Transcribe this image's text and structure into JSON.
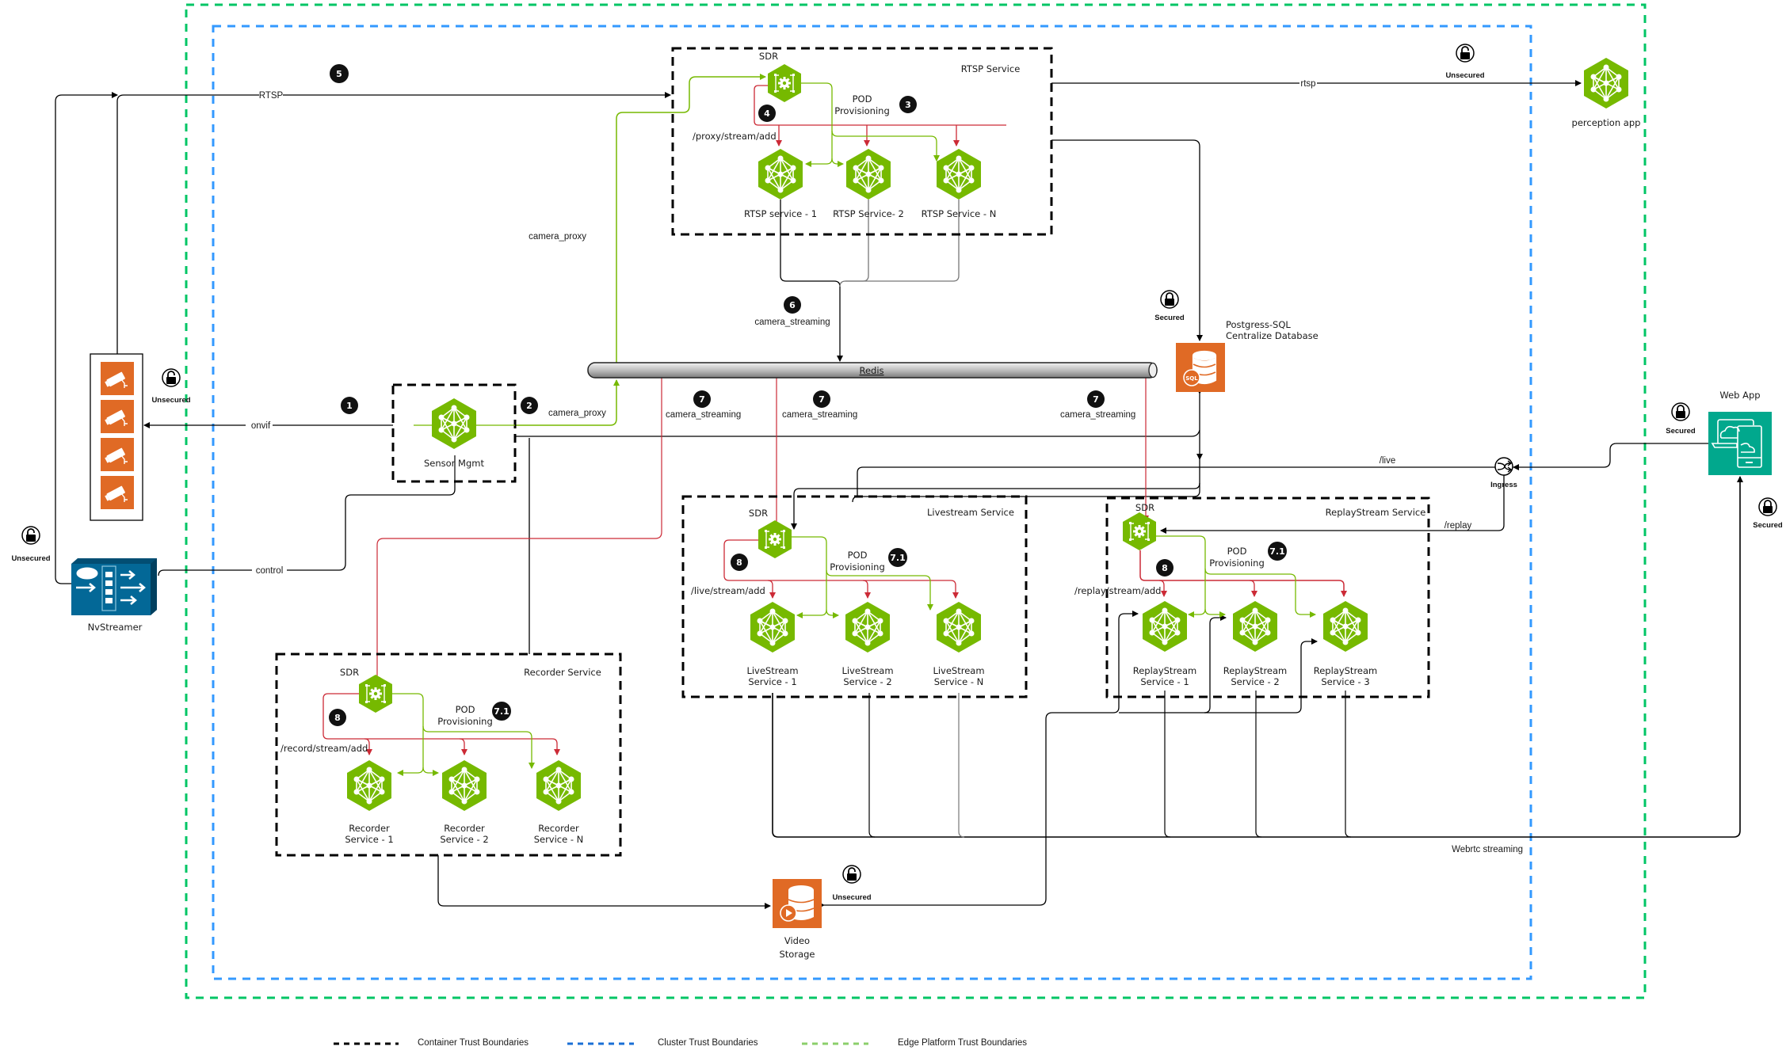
{
  "colors": {
    "edge_boundary": "#00c565",
    "cluster_boundary": "#3399ff",
    "container_boundary": "#000000",
    "service_green": "#76b900",
    "provision_green": "#76b900",
    "request_red": "#cc2a36",
    "storage_orange": "#e06a25",
    "webapp_teal": "#01a88d",
    "nvstreamer_blue": "#036897",
    "badge_black": "#111111"
  },
  "containers": {
    "rtsp": {
      "title": "RTSP Service",
      "sdr_label": "SDR",
      "provisioning_label_1": "POD",
      "provisioning_label_2": "Provisioning",
      "endpoint": "/proxy/stream/add",
      "services": [
        "RTSP service - 1",
        "RTSP Service- 2",
        "RTSP Service - N"
      ],
      "badge_provision": "3",
      "badge_add": "4"
    },
    "livestream": {
      "title": "Livestream Service",
      "sdr_label": "SDR",
      "provisioning_label_1": "POD",
      "provisioning_label_2": "Provisioning",
      "endpoint": "/live/stream/add",
      "services": [
        [
          "LiveStream",
          "Service - 1"
        ],
        [
          "LiveStream",
          "Service - 2"
        ],
        [
          "LiveStream",
          "Service - N"
        ]
      ],
      "badge_provision": "7.1",
      "badge_add": "8"
    },
    "replay": {
      "title": "ReplayStream Service",
      "sdr_label": "SDR",
      "provisioning_label_1": "POD",
      "provisioning_label_2": "Provisioning",
      "endpoint": "/replay/stream/add",
      "services": [
        [
          "ReplayStream",
          "Service - 1"
        ],
        [
          "ReplayStream",
          "Service - 2"
        ],
        [
          "ReplayStream",
          "Service - 3"
        ]
      ],
      "badge_provision": "7.1",
      "badge_add": "8"
    },
    "recorder": {
      "title": "Recorder Service",
      "sdr_label": "SDR",
      "provisioning_label_1": "POD",
      "provisioning_label_2": "Provisioning",
      "endpoint": "/record/stream/add",
      "services": [
        [
          "Recorder",
          "Service - 1"
        ],
        [
          "Recorder",
          "Service - 2"
        ],
        [
          "Recorder",
          "Service - N"
        ]
      ],
      "badge_provision": "7.1",
      "badge_add": "8"
    },
    "sensor_mgmt": {
      "title": "Sensor Mgmt"
    }
  },
  "nodes": {
    "perception_app": "perception app",
    "postgres_line1": "Postgress-SQL",
    "postgres_line2": "Centralize Database",
    "redis": "Redis",
    "nvstreamer": "NvStreamer",
    "video_storage_1": "Video",
    "video_storage_2": "Storage",
    "ingress": "Ingress",
    "web_app": "Web App",
    "sql_badge": "SQL"
  },
  "edges": {
    "rtsp_in": "RTSP",
    "rtsp_out": "rtsp",
    "camera_proxy_1": "camera_proxy",
    "camera_proxy_2": "camera_proxy",
    "camera_streaming_6": "camera_streaming",
    "camera_streaming_7a": "camera_streaming",
    "camera_streaming_7b": "camera_streaming",
    "camera_streaming_7c": "camera_streaming",
    "onvif": "onvif",
    "control": "control",
    "live": "/live",
    "replay": "/replay",
    "webrtc": "Webrtc streaming"
  },
  "badges": {
    "b1": "1",
    "b2": "2",
    "b5": "5",
    "b6": "6",
    "b7a": "7",
    "b7b": "7",
    "b7c": "7"
  },
  "locks": {
    "rtsp_out": "Unsecured",
    "cameras": "Unsecured",
    "nvstreamer": "Unsecured",
    "postgres": "Secured",
    "webapp_ingress": "Secured",
    "webapp_webrtc": "Secured",
    "video_storage": "Unsecured"
  },
  "legend": [
    {
      "label": "Container Trust Boundaries",
      "color": "#000000"
    },
    {
      "label": "Cluster Trust Boundaries",
      "color": "#1a6fd6"
    },
    {
      "label": "Edge Platform Trust Boundaries",
      "color": "#8ccf6b"
    }
  ]
}
